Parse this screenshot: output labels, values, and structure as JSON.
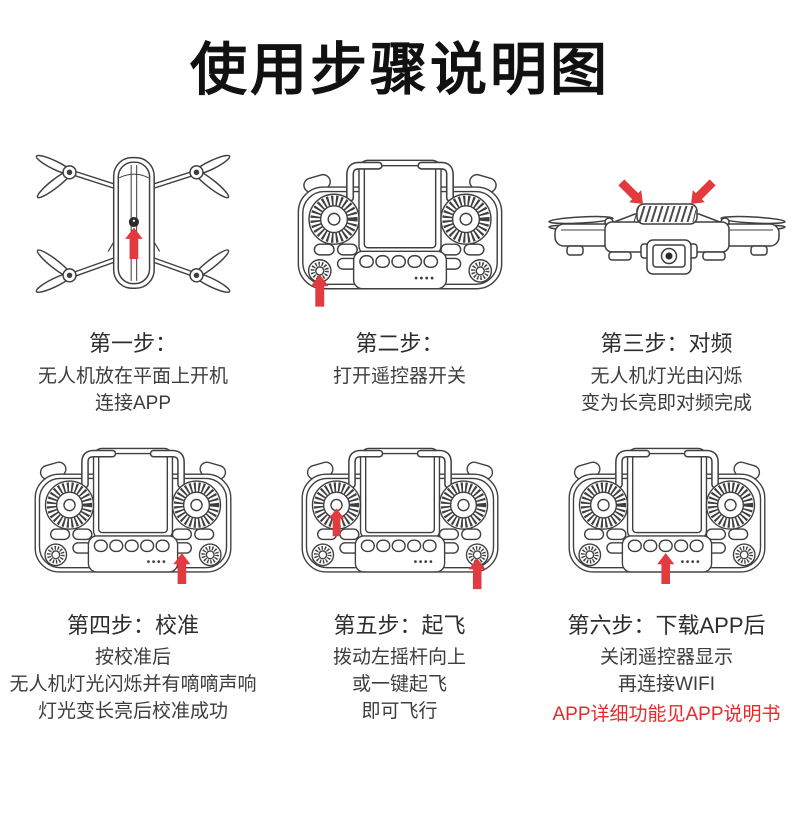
{
  "title": "使用步骤说明图",
  "colors": {
    "arrow_red": "#e23a3e",
    "note_red": "#e8282b",
    "line_art": "#3f3f3f",
    "title_text": "#111111",
    "body_text": "#3d3d3d"
  },
  "steps": [
    {
      "illustration": "drone-top-view-power-button",
      "title": "第一步：",
      "lines": [
        "无人机放在平面上开机",
        "连接APP"
      ]
    },
    {
      "illustration": "remote-controller-power-switch",
      "title": "第二步：",
      "lines": [
        "打开遥控器开关"
      ]
    },
    {
      "illustration": "drone-front-view-pairing",
      "title": "第三步：对频",
      "lines": [
        "无人机灯光由闪烁",
        "变为长亮即对频完成"
      ]
    },
    {
      "illustration": "remote-controller-calibrate-button",
      "title": "第四步：校准",
      "lines": [
        "按校准后",
        "无人机灯光闪烁并有嘀嘀声响",
        "灯光变长亮后校准成功"
      ]
    },
    {
      "illustration": "remote-controller-left-stick-up",
      "title": "第五步：起飞",
      "lines": [
        "拨动左摇杆向上",
        "或一键起飞",
        "即可飞行"
      ]
    },
    {
      "illustration": "remote-controller-takeoff-button",
      "title": "第六步：下载APP后",
      "lines": [
        "关闭遥控器显示",
        "再连接WIFI"
      ],
      "note": "APP详细功能见APP说明书"
    }
  ]
}
